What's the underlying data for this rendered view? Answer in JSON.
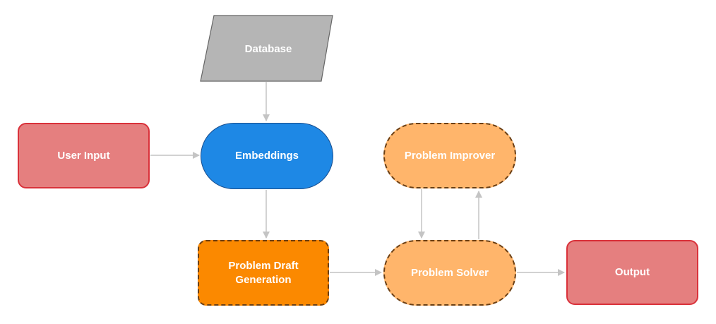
{
  "diagram": {
    "nodes": {
      "database": {
        "label": "Database",
        "shape": "parallelogram",
        "fill": "#b5b5b5",
        "stroke": "#666666"
      },
      "user_input": {
        "label": "User Input",
        "shape": "rounded-rectangle",
        "fill": "#e57f7f",
        "stroke": "#d9313a"
      },
      "embeddings": {
        "label": "Embeddings",
        "shape": "pill",
        "fill": "#1e88e5",
        "stroke": "#1a4f8f"
      },
      "problem_draft_generation": {
        "label": "Problem Draft Generation",
        "shape": "dashed-rounded-rectangle",
        "fill": "#fb8900",
        "stroke": "#6b3f14"
      },
      "problem_solver": {
        "label": "Problem Solver",
        "shape": "dashed-pill",
        "fill": "#ffb56b",
        "stroke": "#6b3f14"
      },
      "problem_improver": {
        "label": "Problem Improver",
        "shape": "dashed-pill",
        "fill": "#ffb56b",
        "stroke": "#6b3f14"
      },
      "output": {
        "label": "Output",
        "shape": "rounded-rectangle",
        "fill": "#e57f7f",
        "stroke": "#d9313a"
      }
    },
    "edges": [
      {
        "from": "database",
        "to": "embeddings"
      },
      {
        "from": "user_input",
        "to": "embeddings"
      },
      {
        "from": "embeddings",
        "to": "problem_draft_generation"
      },
      {
        "from": "problem_draft_generation",
        "to": "problem_solver"
      },
      {
        "from": "problem_improver",
        "to": "problem_solver"
      },
      {
        "from": "problem_solver",
        "to": "problem_improver"
      },
      {
        "from": "problem_solver",
        "to": "output"
      }
    ],
    "edge_color": "#c4c4c4"
  }
}
